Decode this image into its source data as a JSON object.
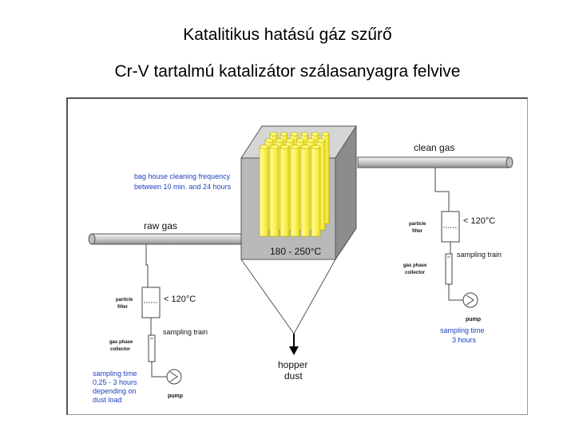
{
  "header": {
    "title": "Katalitikus hatású gáz szűrő",
    "subtitle": "Cr-V tartalmú katalizátor szálasanyagra felvive"
  },
  "diagram": {
    "clean_gas": "clean gas",
    "raw_gas": "raw gas",
    "cleaning_line1": "bag house cleaning frequency",
    "cleaning_line2": "between 10 min. and 24 hours",
    "temperature_range": "180 - 250°C",
    "hopper_line1": "hopper",
    "hopper_line2": "dust",
    "left_train": {
      "particle_filter_line1": "particle",
      "particle_filter_line2": "filter",
      "temp_limit": "< 120°C",
      "sampling_train": "sampling train",
      "collector_line1": "gas phase",
      "collector_line2": "collector",
      "pump": "pump",
      "sampling_time_lines": [
        "sampling time",
        "0,25 - 3 hours",
        "depending on",
        "dust load"
      ]
    },
    "right_train": {
      "particle_filter_line1": "particle",
      "particle_filter_line2": "filter",
      "temp_limit": "< 120°C",
      "sampling_train": "sampling train",
      "collector_line1": "gas phase",
      "collector_line2": "collector",
      "pump": "pump",
      "sampling_time_lines": [
        "sampling time",
        "3 hours"
      ]
    },
    "colors": {
      "tube_fill": "#fffb7a",
      "tube_stroke": "#b8b200",
      "housing_front": "#b9b9b9",
      "housing_side": "#8c8c8c",
      "housing_top": "#d6d6d6",
      "note_blue": "#1f3fbf"
    }
  }
}
